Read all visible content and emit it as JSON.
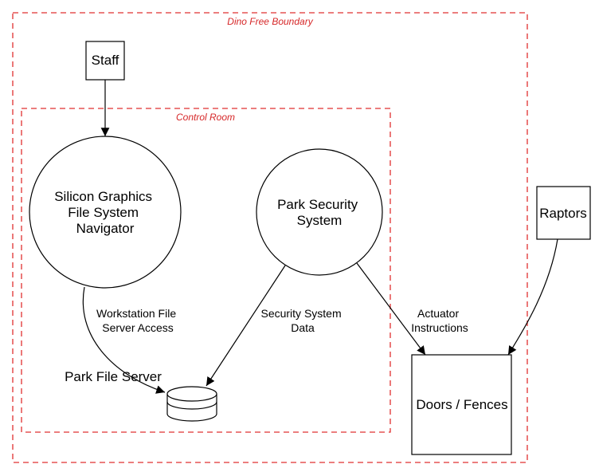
{
  "colors": {
    "boundary": "#e03030",
    "stroke": "#000000",
    "boundary_label": "#d62728"
  },
  "boundaries": {
    "outer": "Dino Free Boundary",
    "inner": "Control Room"
  },
  "nodes": {
    "staff": "Staff",
    "raptors": "Raptors",
    "sgi": [
      "Silicon Graphics",
      "File System",
      "Navigator"
    ],
    "security": [
      "Park Security",
      "System"
    ],
    "doors": "Doors / Fences",
    "server": "Park File Server"
  },
  "edges": {
    "workstation": [
      "Workstation File",
      "Server Access"
    ],
    "security_data": [
      "Security System",
      "Data"
    ],
    "actuator": [
      "Actuator",
      "Instructions"
    ]
  }
}
